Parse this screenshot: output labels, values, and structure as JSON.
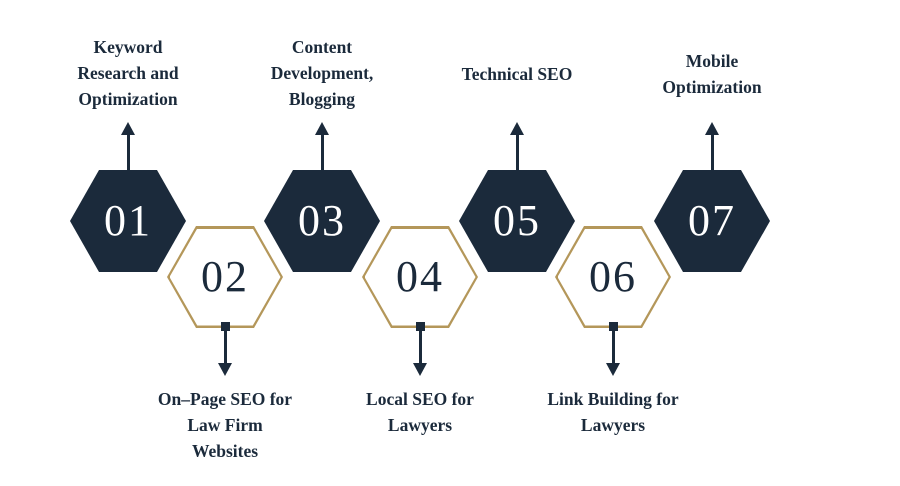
{
  "colors": {
    "navy": "#1b2a3b",
    "gold": "#b4975a",
    "background": "#ffffff"
  },
  "steps": [
    {
      "number": "01",
      "label": "Keyword Research and Optimization",
      "lines": [
        "Keyword",
        "Research and",
        "Optimization"
      ],
      "variant": "dark",
      "label_position": "top"
    },
    {
      "number": "02",
      "label": "On–Page SEO for Law Firm Websites",
      "lines": [
        "On–Page SEO for",
        "Law Firm",
        "Websites"
      ],
      "variant": "outline",
      "label_position": "bottom"
    },
    {
      "number": "03",
      "label": "Content Development, Blogging",
      "lines": [
        "Content",
        "Development,",
        "Blogging"
      ],
      "variant": "dark",
      "label_position": "top"
    },
    {
      "number": "04",
      "label": "Local SEO for Lawyers",
      "lines": [
        "Local SEO for",
        "Lawyers"
      ],
      "variant": "outline",
      "label_position": "bottom"
    },
    {
      "number": "05",
      "label": "Technical SEO",
      "lines": [
        "Technical SEO"
      ],
      "variant": "dark",
      "label_position": "top"
    },
    {
      "number": "06",
      "label": "Link Building for Lawyers",
      "lines": [
        "Link Building for",
        "Lawyers"
      ],
      "variant": "outline",
      "label_position": "bottom"
    },
    {
      "number": "07",
      "label": "Mobile Optimization",
      "lines": [
        "Mobile",
        "Optimization"
      ],
      "variant": "dark",
      "label_position": "top"
    }
  ]
}
